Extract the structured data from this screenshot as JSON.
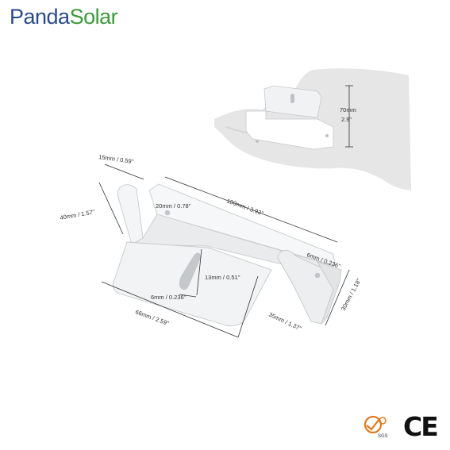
{
  "brand": {
    "part1": "Panda",
    "part2": "Solar"
  },
  "dimensions": {
    "hand_height_mm": "70mm",
    "hand_height_in": "2.9''",
    "top_width": "15mm / 0.59''",
    "side_height": "40mm / 1.57''",
    "length": "100mm / 3.93''",
    "hole_spacing": "20mm / 0.78''",
    "hole_diameter_right": "6mm / 0.236''",
    "slot_length": "13mm / 0.51''",
    "slot_width": "6mm / 0.236''",
    "base_width": "66mm / 2.59''",
    "base_depth": "35mm / 1.37''",
    "right_height": "30mm / 1.18''"
  },
  "certifications": {
    "sgs": "SGS",
    "ce": "CE"
  },
  "colors": {
    "brand_blue": "#2a4a8c",
    "brand_green": "#3a9a3a",
    "metal": "#eceef0"
  }
}
